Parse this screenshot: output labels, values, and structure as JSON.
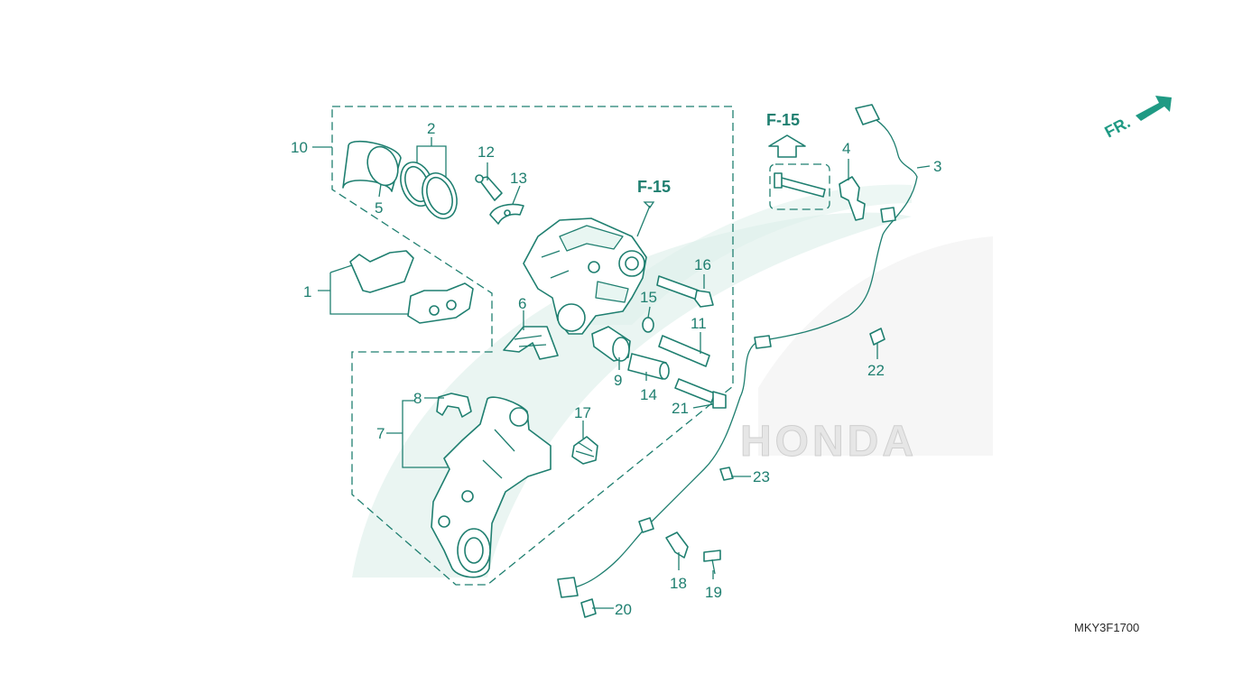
{
  "diagram": {
    "callouts": [
      {
        "id": "c1",
        "label": "1"
      },
      {
        "id": "c2",
        "label": "2"
      },
      {
        "id": "c3",
        "label": "3"
      },
      {
        "id": "c4",
        "label": "4"
      },
      {
        "id": "c5",
        "label": "5"
      },
      {
        "id": "c6",
        "label": "6"
      },
      {
        "id": "c7",
        "label": "7"
      },
      {
        "id": "c8",
        "label": "8"
      },
      {
        "id": "c9",
        "label": "9"
      },
      {
        "id": "c10",
        "label": "10"
      },
      {
        "id": "c11",
        "label": "11"
      },
      {
        "id": "c12",
        "label": "12"
      },
      {
        "id": "c13",
        "label": "13"
      },
      {
        "id": "c14",
        "label": "14"
      },
      {
        "id": "c15",
        "label": "15"
      },
      {
        "id": "c16",
        "label": "16"
      },
      {
        "id": "c17",
        "label": "17"
      },
      {
        "id": "c18",
        "label": "18"
      },
      {
        "id": "c19",
        "label": "19"
      },
      {
        "id": "c20",
        "label": "20"
      },
      {
        "id": "c21",
        "label": "21"
      },
      {
        "id": "c22",
        "label": "22"
      },
      {
        "id": "c23",
        "label": "23"
      }
    ],
    "refs": {
      "caliper_ref": "F-15",
      "bolt_ref": "F-15"
    },
    "watermark_brand": "HONDA",
    "direction_label": "FR.",
    "drawing_code": "MKY3F1700",
    "colors": {
      "line": "#1f7f70",
      "watermark": "#dcefe9",
      "background": "#ffffff"
    }
  }
}
